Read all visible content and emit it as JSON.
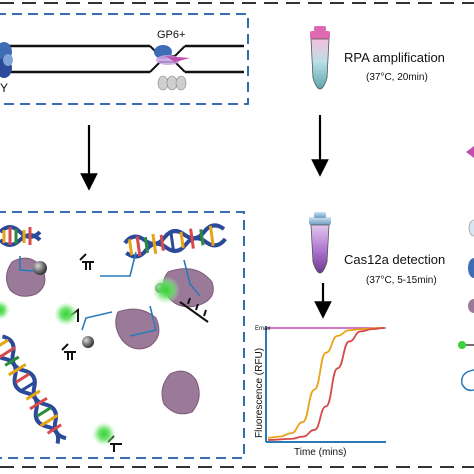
{
  "labels": {
    "gp6": "GP6+",
    "y_fragment": "Y",
    "rpa_title": "RPA amplification",
    "rpa_cond": "(37°C, 20min)",
    "cas_title": "Cas12a detection",
    "cas_cond": "(37°C, 5-15min)"
  },
  "chart_data": {
    "type": "line",
    "title": "",
    "xlabel": "Time (mins)",
    "ylabel": "Fluorescence (RFU)",
    "ymax_label": "Emax",
    "series": [
      {
        "color": "#e8a317",
        "values": [
          [
            0,
            0.02
          ],
          [
            1,
            0.03
          ],
          [
            2,
            0.06
          ],
          [
            3,
            0.16
          ],
          [
            4,
            0.45
          ],
          [
            5,
            0.78
          ],
          [
            6,
            0.93
          ],
          [
            7,
            0.98
          ],
          [
            8,
            0.99
          ],
          [
            10,
            1.0
          ]
        ]
      },
      {
        "color": "#d64a4a",
        "values": [
          [
            0,
            0.0
          ],
          [
            2,
            0.01
          ],
          [
            3,
            0.03
          ],
          [
            4,
            0.09
          ],
          [
            5,
            0.3
          ],
          [
            6,
            0.64
          ],
          [
            7,
            0.88
          ],
          [
            8,
            0.97
          ],
          [
            9,
            0.99
          ],
          [
            10,
            1.0
          ]
        ]
      }
    ],
    "xlim": [
      0,
      10
    ],
    "ylim": [
      0,
      1.05
    ]
  },
  "colors": {
    "dashed_border": "#1f5aa6",
    "arrow": "#000000",
    "protein": "#9b7a99",
    "fluor": "#3ad13a",
    "dna_blue": "#2b4a9a",
    "axis": "#2a7ab8",
    "emax_line": "#c04fb0"
  }
}
